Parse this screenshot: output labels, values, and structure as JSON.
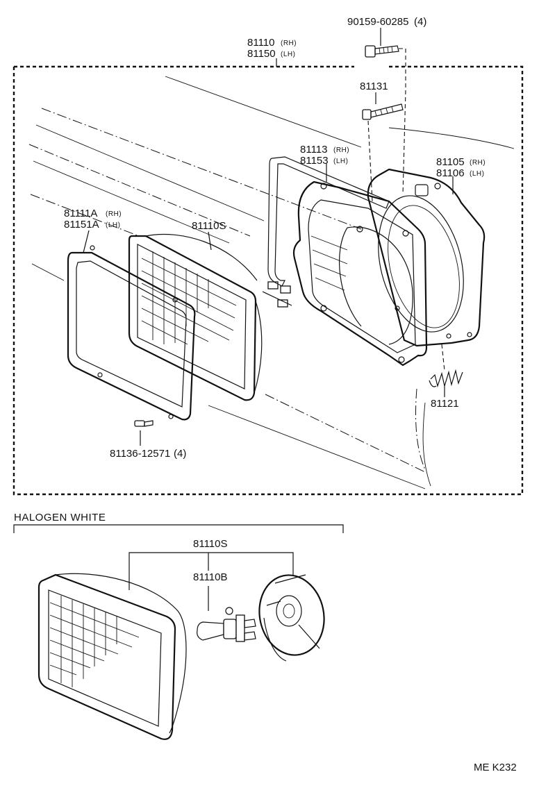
{
  "diagram": {
    "parts": {
      "bolt": {
        "number": "90159-60285",
        "qty": "(4)"
      },
      "headlamp_assy": {
        "number_rh": "81110",
        "side_rh": "(RH)",
        "number_lh": "81150",
        "side_lh": "(LH)"
      },
      "screw": {
        "number": "81131"
      },
      "housing": {
        "number_rh": "81113",
        "side_rh": "(RH)",
        "number_lh": "81153",
        "side_lh": "(LH)"
      },
      "gasket": {
        "number_rh": "81105",
        "side_rh": "(RH)",
        "number_lh": "81106",
        "side_lh": "(LH)"
      },
      "rim": {
        "number_rh": "81111A",
        "side_rh": "(RH)",
        "number_lh": "81151A",
        "side_lh": "(LH)"
      },
      "sealed_beam": {
        "number": "81110S"
      },
      "spring": {
        "number": "81121"
      },
      "rim_screw": {
        "number": "81136-12571",
        "qty": "(4)"
      }
    },
    "halogen_section": {
      "title": "HALOGEN  WHITE",
      "unit": "81110S",
      "bulb": "81110B"
    },
    "footer_code": "ME  K232"
  }
}
